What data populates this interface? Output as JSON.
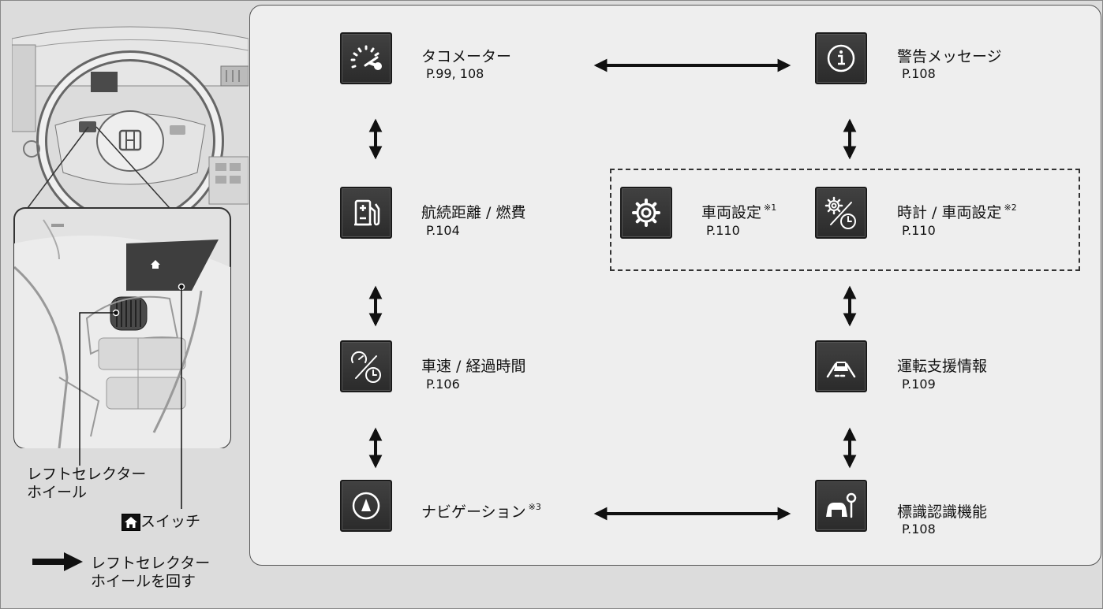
{
  "modes": {
    "tacho": {
      "title": "タコメーター",
      "page": "P.99, 108",
      "icon": "tachometer-icon"
    },
    "range": {
      "title": "航続距離 / 燃費",
      "page": "P.104",
      "icon": "fuel-pump-icon"
    },
    "speed": {
      "title": "車速 / 経過時間",
      "page": "P.106",
      "icon": "speedometer-clock-icon"
    },
    "navi": {
      "title": "ナビゲーション",
      "note": "※3",
      "icon": "navigation-compass-icon"
    },
    "warning": {
      "title": "警告メッセージ",
      "page": "P.108",
      "icon": "info-icon"
    },
    "vehicle_settings": {
      "title": "車両設定",
      "note": "※1",
      "page": "P.110",
      "icon": "gear-icon"
    },
    "clock_settings": {
      "title": "時計 / 車両設定",
      "note": "※2",
      "page": "P.110",
      "icon": "gear-clock-icon"
    },
    "driver_assist": {
      "title": "運転支援情報",
      "page": "P.109",
      "icon": "lane-car-icon"
    },
    "sign_recognition": {
      "title": "標識認識機能",
      "page": "P.108",
      "icon": "traffic-sign-car-icon"
    }
  },
  "legend": {
    "wheel_line1": "レフトセレクター",
    "wheel_line2": "ホイール",
    "home_switch": "スイッチ",
    "home_icon": "home-icon",
    "arrow_line1": "レフトセレクター",
    "arrow_line2": "ホイールを回す"
  }
}
